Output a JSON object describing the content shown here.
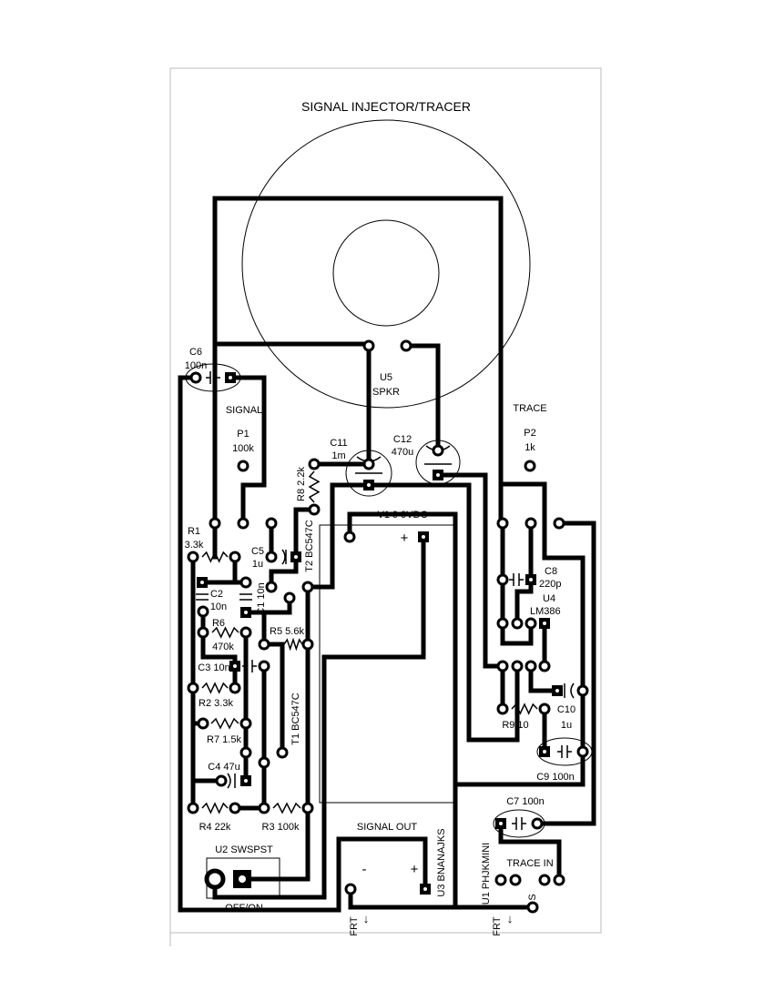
{
  "title": "SIGNAL INJECTOR/TRACER",
  "components": {
    "U5": {
      "ref": "U5",
      "value": "SPKR"
    },
    "C6": {
      "ref": "C6",
      "value": "100n"
    },
    "signal_label": "SIGNAL",
    "P1": {
      "ref": "P1",
      "value": "100k"
    },
    "trace_label": "TRACE",
    "P2": {
      "ref": "P2",
      "value": "1k"
    },
    "C11": {
      "ref": "C11",
      "value": "1m"
    },
    "C12": {
      "ref": "C12",
      "value": "470u"
    },
    "R8": "R8 2.2k",
    "T2": "T2 BC547C",
    "T1": "T1 BC547C",
    "V1": "V1 9   9VDC",
    "V1_plus": "+",
    "R1": {
      "ref": "R1",
      "value": "3.3k"
    },
    "C5": {
      "ref": "C5",
      "value": "1u"
    },
    "C2": {
      "ref": "C2",
      "value": "10n"
    },
    "C1": "C1 10n",
    "R6": {
      "ref": "R6",
      "value": "470k"
    },
    "R5": "R5 5.6k",
    "C3": "C3 10n",
    "R2": "R2 3.3k",
    "R7": "R7 1.5k",
    "C4": "C4 47u",
    "R4": "R4 22k",
    "R3": "R3 100k",
    "U2": {
      "ref": "U2 SWSPST",
      "label": "OFF/ON"
    },
    "signal_out": "SIGNAL  OUT",
    "U3": {
      "ref": "U3 BNANAJKS",
      "minus": "-",
      "plus": "+"
    },
    "frt": "FRT",
    "C8": {
      "ref": "C8",
      "value": "220p"
    },
    "U4": {
      "ref": "U4",
      "value": "LM386"
    },
    "C10": {
      "ref": "C10",
      "value": "1u"
    },
    "R9": "R9   10",
    "C9": "C9 100n",
    "C7": "C7  100n",
    "U1": {
      "ref": "U1 PHJKMINI",
      "label": "TRACE  IN",
      "s": "S"
    }
  }
}
